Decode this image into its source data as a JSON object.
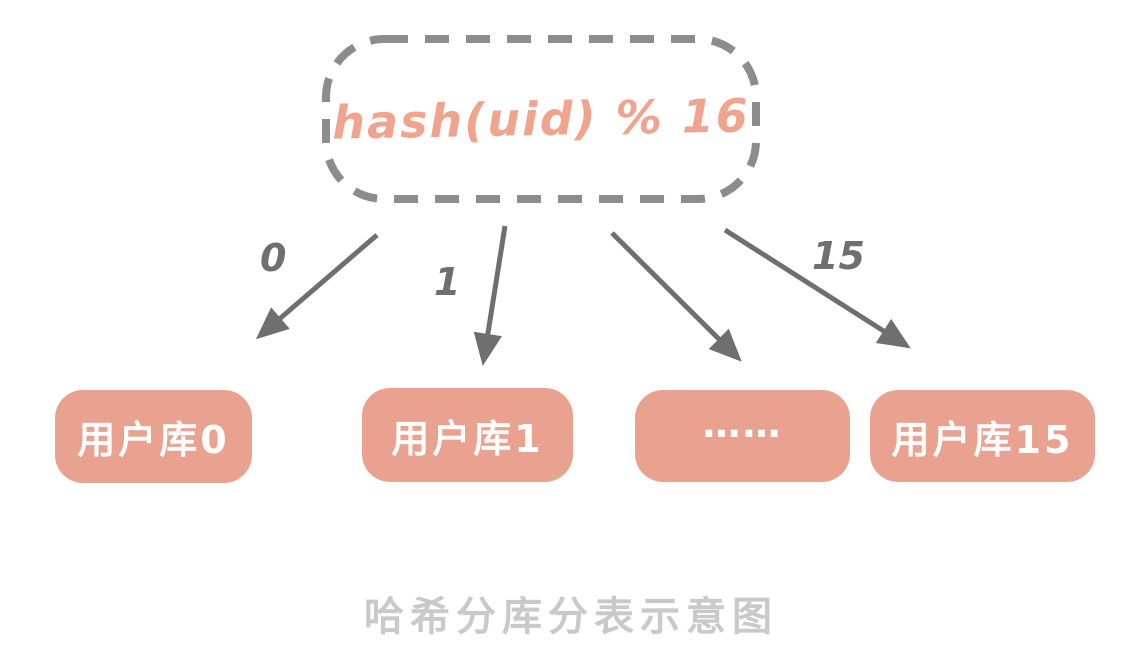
{
  "diagram": {
    "hash_node": {
      "label": "hash(uid) % 16"
    },
    "arrows": [
      {
        "label": "0"
      },
      {
        "label": "1"
      },
      {
        "label": ""
      },
      {
        "label": "15"
      }
    ],
    "shards": [
      {
        "label": "用户库0"
      },
      {
        "label": "用户库1"
      },
      {
        "label": "……"
      },
      {
        "label": "用户库15"
      }
    ],
    "caption": "哈希分库分表示意图",
    "colors": {
      "salmon_fill": "#e9a28f",
      "salmon_text": "#f0a48e",
      "dash_gray": "#8c8c8c",
      "arrow_gray": "#6f6f6f",
      "caption_gray": "#c9c9c9",
      "background": "#ffffff"
    }
  }
}
